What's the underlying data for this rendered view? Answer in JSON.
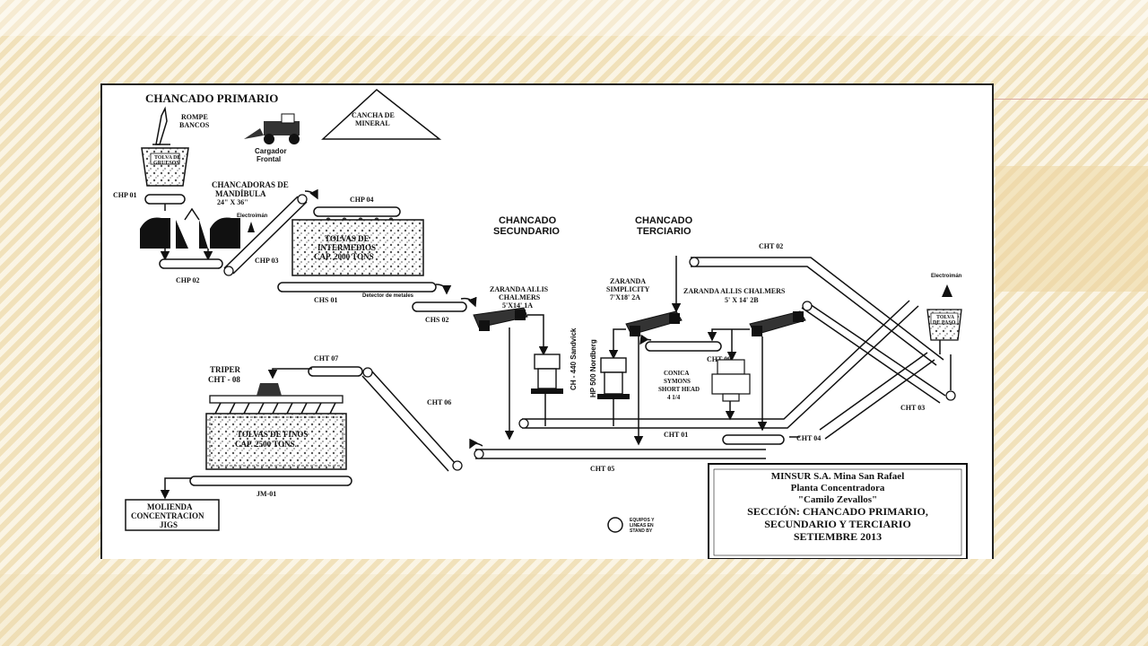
{
  "labels": {
    "chancado_primario": "CHANCADO PRIMARIO",
    "rompe_bancos_1": "ROMPE",
    "rompe_bancos_2": "BANCOS",
    "cancha_1": "CANCHA DE",
    "cancha_2": "MINERAL",
    "cargador_1": "Cargador",
    "cargador_2": "Frontal",
    "tolva_gruesos_1": "TOLVA DE",
    "tolva_gruesos_2": "GRUESOS",
    "chp01": "CHP 01",
    "chancadoras_1": "CHANCADORAS DE",
    "chancadoras_2": "MANDÍBULA",
    "chancadoras_3": "24\" X 36\"",
    "electroiman_1": "Electroimán",
    "chp02": "CHP 02",
    "chp03": "CHP 03",
    "chp04": "CHP 04",
    "tolvas_inter_1": "TOLVAS DE",
    "tolvas_inter_2": "INTERMEDIOS",
    "tolvas_inter_3": "CAP. 2000 TONS",
    "chs01": "CHS 01",
    "detector": "Detector de metales",
    "chs02": "CHS 02",
    "chancado_sec_1": "CHANCADO",
    "chancado_sec_2": "SECUNDARIO",
    "chancado_ter_1": "CHANCADO",
    "chancado_ter_2": "TERCIARIO",
    "cht02": "CHT 02",
    "zaranda_1a_1": "ZARANDA ALLIS",
    "zaranda_1a_2": "CHALMERS",
    "zaranda_1a_3": "5'X14' 1A",
    "zaranda_2a_1": "ZARANDA",
    "zaranda_2a_2": "SIMPLICITY",
    "zaranda_2a_3": "7'X18' 2A",
    "zaranda_2b_1": "ZARANDA ALLIS CHALMERS",
    "zaranda_2b_2": "5' X 14' 2B",
    "electroiman_2": "Electroimán",
    "tolva_paso_1": "TOLVA",
    "tolva_paso_2": "DE PASO",
    "cht09": "CHT 09",
    "ch440": "CH - 440  Sandvick",
    "hp500": "HP 500 Nordberg",
    "conica_1": "CONICA",
    "conica_2": "SYMONS",
    "conica_3": "SHORT HEAD",
    "conica_4": "4 1/4",
    "cht03": "CHT 03",
    "cht01": "CHT 01",
    "cht04": "CHT 04",
    "cht05": "CHT 05",
    "cht06": "CHT 06",
    "cht07": "CHT 07",
    "triper_1": "TRIPER",
    "triper_2": "CHT - 08",
    "tolvas_finos_1": "TOLVAS DE FINOS",
    "tolvas_finos_2": "CAP. 2500 TONS.",
    "jm01": "JM-01",
    "molienda_1": "MOLIENDA",
    "molienda_2": "CONCENTRACION",
    "molienda_3": "JIGS",
    "legend_1": "EQUIPOS Y",
    "legend_2": "LINEAS EN",
    "legend_3": "STAND BY"
  },
  "title_block": {
    "line1": "MINSUR S.A. Mina San Rafael",
    "line2": "Planta Concentradora",
    "line3": "\"Camilo Zevallos\"",
    "line4": "SECCIÓN: CHANCADO PRIMARIO,",
    "line5": "SECUNDARIO  Y  TERCIARIO",
    "line6": "SETIEMBRE 2013"
  }
}
